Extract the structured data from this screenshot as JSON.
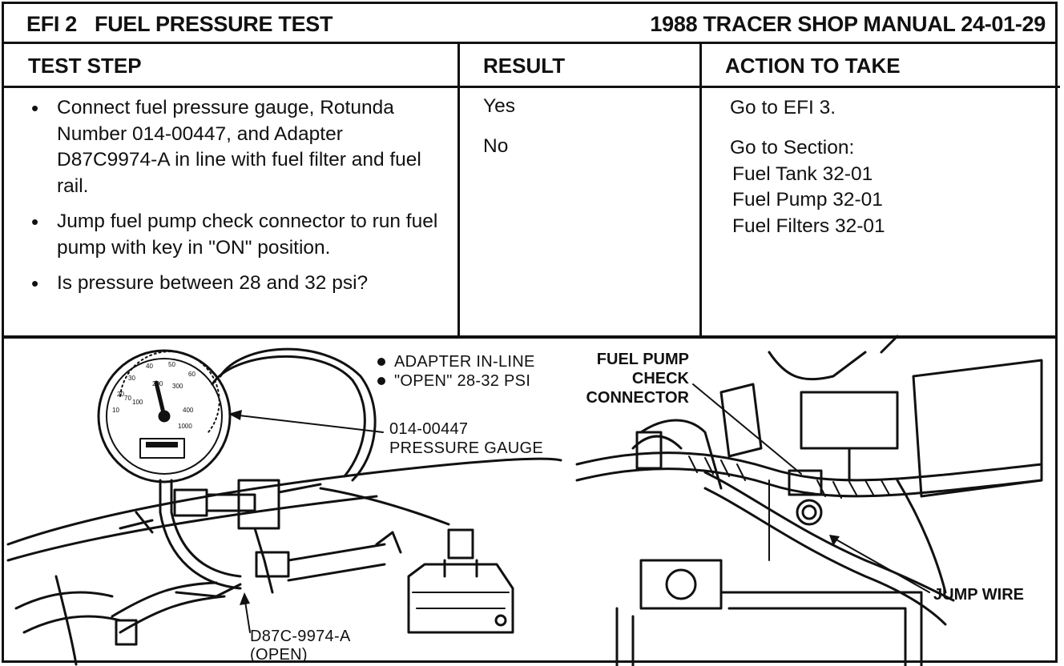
{
  "header": {
    "section": "EFI 2",
    "title": "FUEL PRESSURE TEST",
    "manual_ref": "1988 TRACER SHOP MANUAL 24-01-29"
  },
  "columns": {
    "test_step": "TEST STEP",
    "result": "RESULT",
    "action": "ACTION TO TAKE"
  },
  "steps": [
    "Connect fuel pressure gauge, Rotunda Number 014-00447, and Adapter D87C9974-A in line with fuel filter and fuel rail.",
    "Jump fuel pump check connector to run fuel pump with key in \"ON\" position.",
    "Is pressure between 28 and 32 psi?"
  ],
  "results": [
    {
      "answer": "Yes",
      "action": [
        "Go to EFI 3."
      ]
    },
    {
      "answer": "No",
      "action": [
        "Go to Section:",
        "Fuel Tank 32-01",
        "Fuel Pump 32-01",
        "Fuel Filters 32-01"
      ]
    }
  ],
  "illustration": {
    "notes": [
      "ADAPTER IN-LINE",
      "\"OPEN\" 28-32 PSI"
    ],
    "gauge_callout": [
      "014-00447",
      "PRESSURE GAUGE"
    ],
    "adapter_callout": [
      "D87C-9974-A",
      "(OPEN)"
    ],
    "connector_callout": [
      "FUEL PUMP",
      "CHECK",
      "CONNECTOR"
    ],
    "jump_wire_callout": "JUMP WIRE",
    "gauge_scale_labels": [
      "10",
      "20",
      "30",
      "40",
      "50",
      "60",
      "70",
      "100",
      "200",
      "300",
      "400",
      "1000"
    ]
  }
}
